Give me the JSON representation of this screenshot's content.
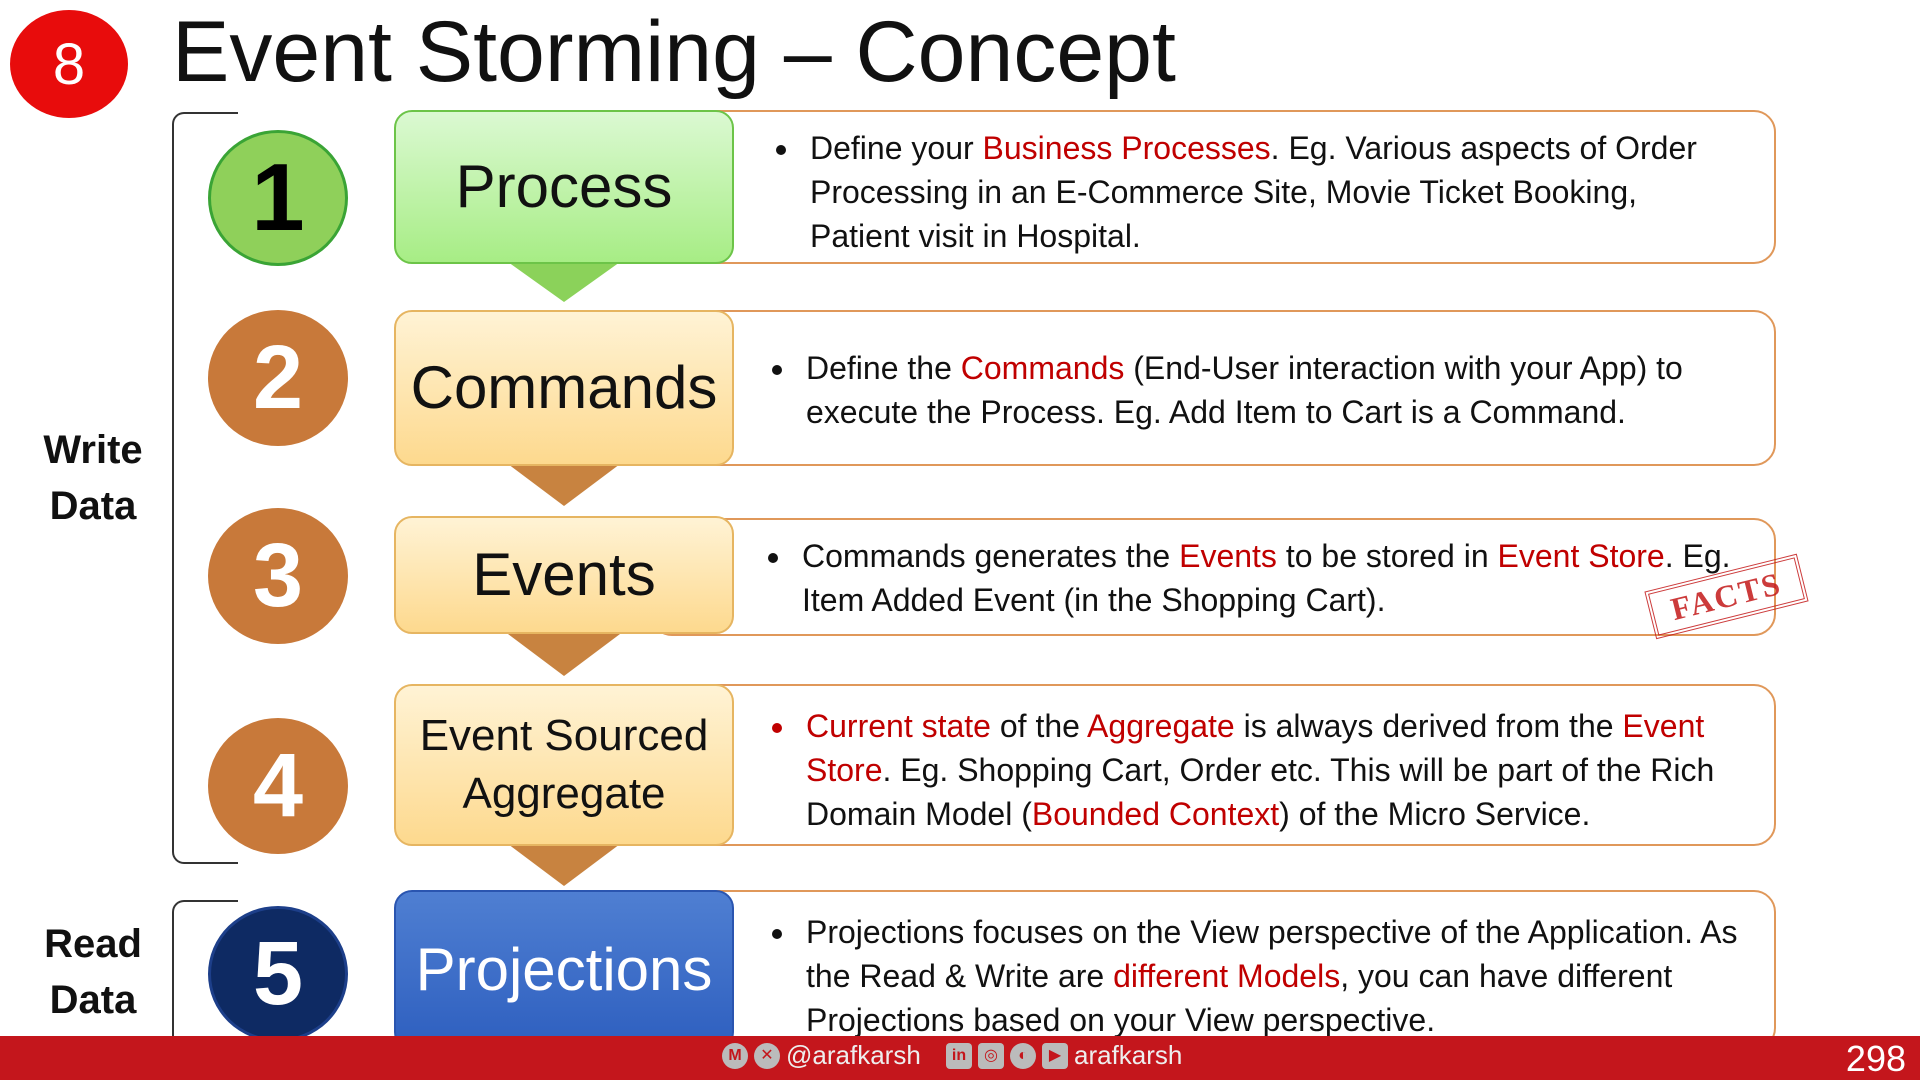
{
  "badge": "8",
  "title": "Event Storming – Concept",
  "side": {
    "write": "Write\nData",
    "read": "Read\nData"
  },
  "steps": [
    {
      "num": "1",
      "label": "Process",
      "desc": [
        {
          "t": "Define your "
        },
        {
          "t": "Business Processes",
          "r": true
        },
        {
          "t": ". Eg. Various aspects of Order Processing in an E-Commerce Site, Movie Ticket Booking, Patient visit in Hospital."
        }
      ]
    },
    {
      "num": "2",
      "label": "Commands",
      "desc": [
        {
          "t": "Define the "
        },
        {
          "t": "Commands",
          "r": true
        },
        {
          "t": " (End-User interaction with your App) to execute the Process. Eg. Add Item to Cart is a Command."
        }
      ]
    },
    {
      "num": "3",
      "label": "Events",
      "desc": [
        {
          "t": "Commands generates the "
        },
        {
          "t": "Events",
          "r": true
        },
        {
          "t": " to be stored in "
        },
        {
          "t": "Event Store",
          "r": true
        },
        {
          "t": ". Eg. Item Added Event (in the Shopping Cart)."
        }
      ]
    },
    {
      "num": "4",
      "label": "Event Sourced\nAggregate",
      "desc": [
        {
          "t": "Current state",
          "r": true
        },
        {
          "t": " of the "
        },
        {
          "t": "Aggregate",
          "r": true
        },
        {
          "t": " is always derived from the "
        },
        {
          "t": "Event Store",
          "r": true
        },
        {
          "t": ". Eg. Shopping Cart, Order etc. This will be part of the Rich Domain Model ("
        },
        {
          "t": "Bounded Context",
          "r": true
        },
        {
          "t": ") of the Micro Service."
        }
      ]
    },
    {
      "num": "5",
      "label": "Projections",
      "desc": [
        {
          "t": "Projections focuses on the View perspective of the Application. As the Read & Write are "
        },
        {
          "t": "different Models",
          "r": true
        },
        {
          "t": ", you can have different Projections based on your View perspective."
        }
      ]
    }
  ],
  "stamp": "FACTS",
  "footer": {
    "handle1": "@arafkarsh",
    "handle2": "arafkarsh",
    "page": "298"
  },
  "colors": {
    "accent_red": "#c00000",
    "footer": "#c4161c",
    "badge": "#e80c0c"
  }
}
